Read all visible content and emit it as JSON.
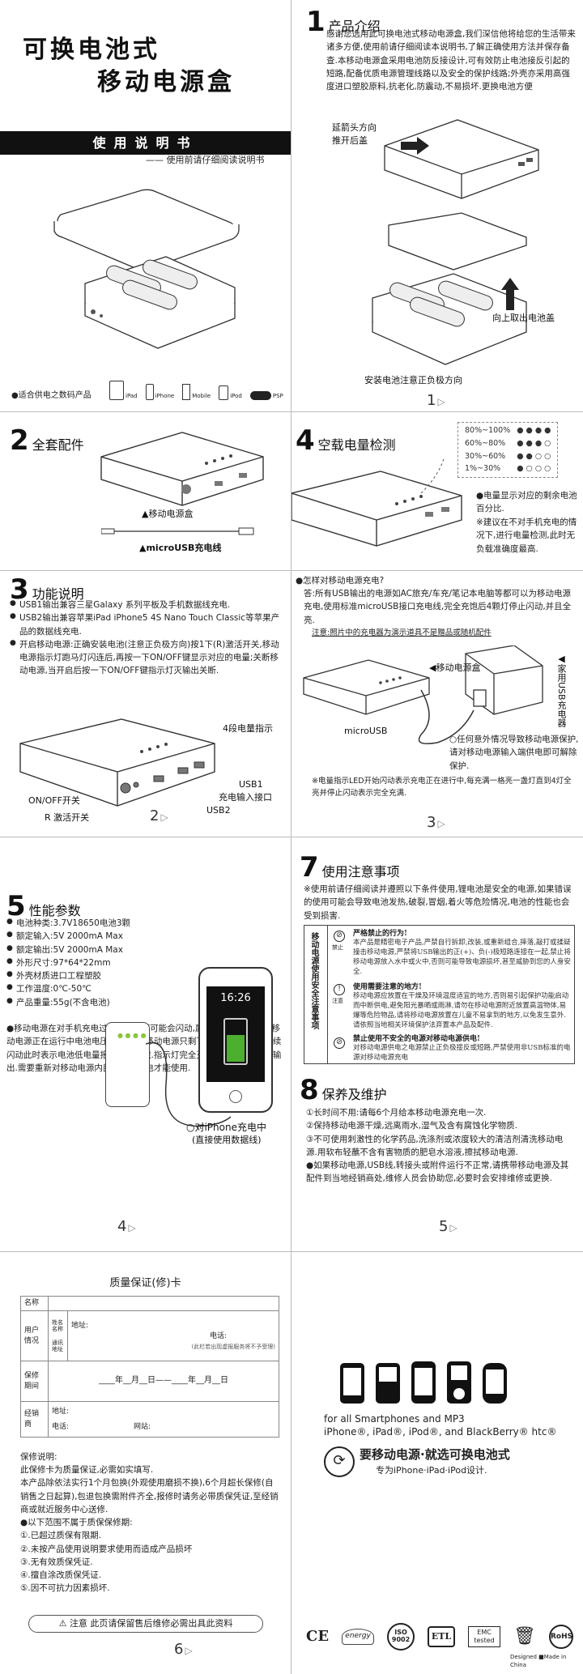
{
  "cover": {
    "title_line1": "可换电池式",
    "title_line2": "移动电源盒",
    "manual_banner": "使用说明书",
    "manual_sub": "—— 使用前请仔细阅读说明书",
    "compatible_label": "●适合供电之数码产品",
    "devices": [
      "iPad",
      "iPhone",
      "Mobile",
      "iPod",
      "PSP"
    ]
  },
  "s1": {
    "num": "1",
    "title": "产品介绍",
    "text": "感谢您选用此可换电池式移动电源盒,我们深信他将给您的生活带来诸多方便,使用前请仔细阅读本说明书,了解正确使用方法并保存备查.本移动电源盒采用电池防反接设计,可有效防止电池接反引起的短路,配备优质电源管理线路以及安全的保护线路;外壳亦采用高强度进口塑胶原料,抗老化,防震动,不易损坏.更换电池方便",
    "cap_slide": "延箭头方向",
    "cap_slide2": "推开后盖",
    "cap_lift": "向上取出电池盖",
    "cap_polarity": "安装电池注意正负极方向",
    "page": "1"
  },
  "s2": {
    "num": "2",
    "title": "全套配件",
    "item1": "▲移动电源盒",
    "item2": "▲microUSB充电线"
  },
  "s4": {
    "num": "4",
    "title": "空载电量检测",
    "levels": [
      "80%~100%",
      "60%~80%",
      "30%~60%",
      "1%~30%"
    ],
    "note1": "●电量显示对应的剩余电池百分比.",
    "note2": "※建议在不对手机充电的情况下,进行电量检测,此时无负载准确度最高."
  },
  "s3": {
    "num": "3",
    "title": "功能说明",
    "items": [
      "USB1输出兼容三星Galaxy 系列平板及手机数据线充电.",
      "USB2输出兼容苹果iPad  iPhone5 4S  Nano Touch Classic等苹果产品的数据线充电.",
      "开启移动电源:正确安装电池(注意正负极方向)按1下(R)激活开关,移动电源指示灯跑马灯闪连后,再按一下ON/OFF键显示对应的电量;关断移动电源,当开启后按一下ON/OFF键指示灯灭输出关断."
    ],
    "lbl_indicator": "4段电量指示",
    "lbl_usb1": "USB1",
    "lbl_input": "充电输入接口",
    "lbl_usb2": "USB2",
    "lbl_onoff": "ON/OFF开关",
    "lbl_r": "R 激活开关",
    "page": "2"
  },
  "charge": {
    "q": "●怎样对移动电源充电?",
    "a": "答:所有USB输出的电源如AC旅充/车充/笔记本电脑等都可以为移动电源充电,使用标准microUSB接口充电线,完全充饱后4颗灯停止闪动,并且全亮.",
    "note": "注意:照片中的充电器为演示道具不是赠品或随机配件",
    "lbl_box": "◀移动电源盒",
    "lbl_home": "◀家用USB充电器",
    "lbl_micro": "microUSB",
    "protect": "○任何意外情况导致移动电源保护,请对移动电源输入端供电即可解除保护.",
    "led_note": "※电量指示LED开始闪动表示充电正在进行中,每充满一格亮一盏灯直到4灯全亮并停止闪动表示完全充满.",
    "page": "3"
  },
  "s5": {
    "num": "5",
    "title": "性能参数",
    "specs": [
      "电池种类:3.7V18650电池3颗",
      "额定输入:5V 2000mA Max",
      "额定输出:5V 2000mA Max",
      "外形尺寸:97*64*22mm",
      "外壳材质进口工程塑胶",
      "工作温度:0℃-50℃",
      "产品重量:55g(不含电池)"
    ],
    "desc": "●移动电源在对手机充电过程中指示灯可能会闪动,属正常状况因为此时移动电源正在运行中电池电压会浮动.当移动电源只剩下最后一颗灯并且连续闪动此时表示电池低电量报警即将用完.指示灯完全灭掉后移动电源关闭输出.需要重新对移动电源内部的电池充电才能使用.",
    "phone_time": "16:26",
    "phone_caption1": "○对iPhone充电中",
    "phone_caption2": "(直接使用数据线)",
    "page": "4"
  },
  "s7": {
    "num": "7",
    "title": "使用注意事项",
    "intro": "※使用前请仔细阅读并遵照以下条件使用,锂电池是安全的电源,如果错误的使用可能会导致电池发热,破裂,冒烟,着火等危险情况,电池的性能也会受到损害.",
    "box_side": "移动电源使用安全注意事项",
    "prohibit_label": "禁止",
    "note_label": "注意",
    "w1_title": "严格禁止的行为!",
    "w1": "本产品是精密电子产品,严禁自行拆卸,改装,或重新组合,摔落,敲打或揉疑撞击移动电源,严禁将USB输出的正(+)、负(-)极短路连接在一起,禁止将移动电源放入水中或火中,否则可能导致电源损坏,甚至威胁到您的人身安全.",
    "w2_title": "使用需要注意的地方!",
    "w2": "移动电源应放置在干燥及环境温度适宜的地方,否则易引起保护功能启动而中断供电,避免阳光暴晒或雨淋,请勿在移动电源附近放置高温物体,易爆等危险物品,请将移动电源放置在儿童不易拿到的地方,以免发生意外.请依照当地相关环境保护法弃置本产品及配件.",
    "w3_title": "禁止使用不安全的电源对移动电源供电!",
    "w3": "对移动电源供电之电源禁止正负极接反或短路,严禁使用非USB标准的电源对移动电源充电"
  },
  "s8": {
    "num": "8",
    "title": "保养及维护",
    "items": [
      "①长时间不用:请每6个月给本移动电源充电一次.",
      "②保持移动电源干燥,远离雨水,湿气及含有腐蚀化学物质.",
      "③不可使用刺激性的化学药品,洗涤剂或浓度较大的清洁剂清洗移动电源.用软布轻蘸不含有害物质的肥皂水溶液,擦拭移动电源.",
      "●如果移动电源,USB线,转接头或附件运行不正常,请携带移动电源及其配件到当地经销商处,维修人员会协助您,必要时会安排维修或更换."
    ],
    "page": "5"
  },
  "warranty": {
    "title": "质量保证(修)卡",
    "row_name": "名称",
    "row_user": "用户情况",
    "sub_name": "姓名名称",
    "sub_addr_label": "通讯地址",
    "addr": "地址:",
    "tel": "电话:",
    "fill_note": "(此栏若出现虚报服务将不予受理)",
    "row_period": "保修期间",
    "period": "____年__月__日——____年__月__日",
    "row_dealer": "经销商",
    "web": "网站:",
    "terms_title": "保修说明:",
    "terms": [
      "此保修卡为质量保证,必需如实填写.",
      "本产品除依法实行1个月包换(外观使用磨损不换),6个月超长保修(自销售之日起算),包退包换需附件齐全,报修时请务必带质保凭证,至经销商或就近服务中心送修.",
      "●以下范围不属于质保保修期:",
      "①.已超过质保有限期.",
      "②.未按产品使用说明要求使用而造成产品损坏",
      "③.无有效质保凭证.",
      "④.擅自涂改质保凭证.",
      "⑤.因不可抗力因素损坏."
    ],
    "notice": "注意  此页请保留售后维修必需出具此资料",
    "page": "6"
  },
  "back": {
    "line1": "for all Smartphones and MP3",
    "line2": "iPhone®, iPad®, iPod®, and BlackBerry® htc®",
    "slogan": "要移动电源·就选可换电池式",
    "slogan_sub": "专为iPhone·iPad·iPod设计.",
    "certs": [
      "CE",
      "energy",
      "ISO 9002",
      "ETL",
      "EMC tested",
      "WEEE",
      "RoHS"
    ],
    "made_in": "Designed ■Made in China"
  }
}
